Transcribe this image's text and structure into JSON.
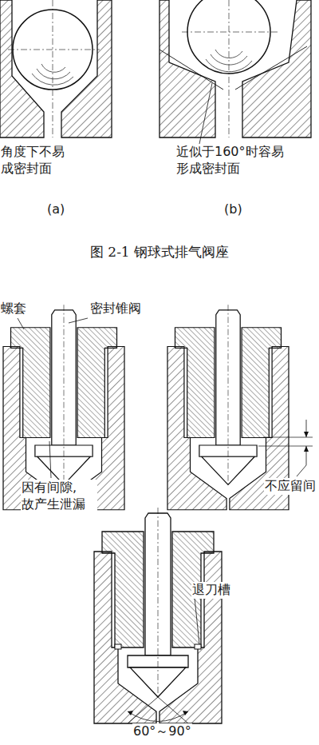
{
  "diagram": {
    "caption": "图 2-1 钢球式排气阀座",
    "labels": [
      "角度下不易 成密封面",
      "近似于160°时容易 形成密封面",
      "(a)",
      "(b)",
      "螺套",
      "密封锥阀",
      "因有间隙, 故产生泄漏",
      "不应留间",
      "退刀槽",
      "60°～90°"
    ]
  }
}
